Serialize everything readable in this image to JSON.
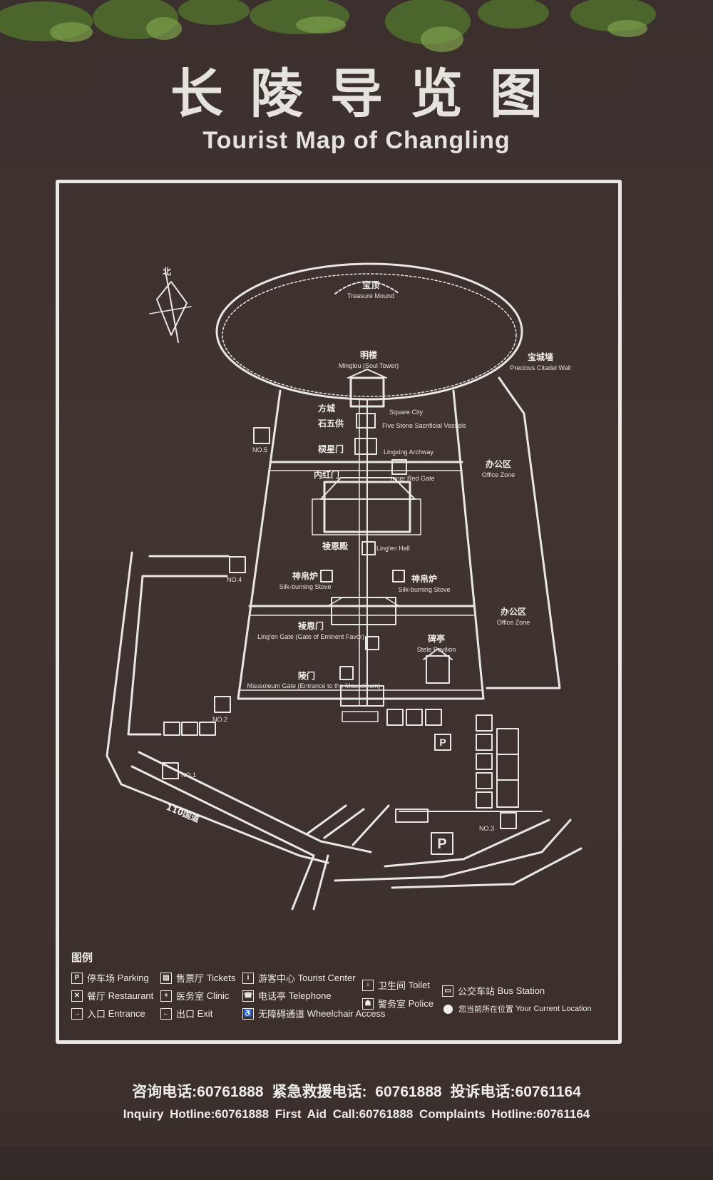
{
  "title_cn": "长陵导览图",
  "title_en": "Tourist Map of Changling",
  "north_label": "北",
  "map_labels": [
    {
      "id": "treasure-mound",
      "cn": "宝顶",
      "en": "Treasure Mound"
    },
    {
      "id": "soul-tower",
      "cn": "明楼",
      "en": "Minglou (Soul Tower)"
    },
    {
      "id": "citadel-wall",
      "cn": "宝城墙",
      "en": "Precious Citadel Wall"
    },
    {
      "id": "square-city",
      "cn": "方城",
      "en": "Square City"
    },
    {
      "id": "five-stone",
      "cn": "石五供",
      "en": "Five Stone Sacrificial Vessels"
    },
    {
      "id": "lingxing",
      "cn": "棂星门",
      "en": "Lingxing Archway"
    },
    {
      "id": "inner-red-gate",
      "cn": "内红门",
      "en": "Inner Red Gate"
    },
    {
      "id": "office-zone-1",
      "cn": "办公区",
      "en": "Office Zone"
    },
    {
      "id": "lingen-hall",
      "cn": "祾恩殿",
      "en": "Ling'en Hall"
    },
    {
      "id": "stove-left",
      "cn": "神帛炉",
      "en": "Silk-burning Stove"
    },
    {
      "id": "stove-right",
      "cn": "神帛炉",
      "en": "Silk-burning Stove"
    },
    {
      "id": "office-zone-2",
      "cn": "办公区",
      "en": "Office Zone"
    },
    {
      "id": "lingen-gate",
      "cn": "祾恩门",
      "en": "Ling'en Gate (Gate of Eminent Favor)"
    },
    {
      "id": "stele-pavilion",
      "cn": "碑亭",
      "en": "Stele Pavilion"
    },
    {
      "id": "mausoleum-gate",
      "cn": "陵门",
      "en": "Mausoleum Gate (Entrance to the Mausoleum)"
    }
  ],
  "toilet_labels": [
    "NO.5",
    "NO.4",
    "NO.2",
    "NO.1",
    "NO.3"
  ],
  "road_label": "110国道",
  "legend": {
    "title": "图例",
    "items": [
      {
        "icon": "P",
        "cn": "停车场",
        "en": "Parking"
      },
      {
        "icon": "✕",
        "cn": "餐厅",
        "en": "Restaurant"
      },
      {
        "icon": "→",
        "cn": "入口",
        "en": "Entrance"
      },
      {
        "icon": "▤",
        "cn": "售票厅",
        "en": "Tickets"
      },
      {
        "icon": "+",
        "cn": "医务室",
        "en": "Clinic"
      },
      {
        "icon": "←",
        "cn": "出口",
        "en": "Exit"
      },
      {
        "icon": "i",
        "cn": "游客中心",
        "en": "Tourist Center"
      },
      {
        "icon": "☎",
        "cn": "电话亭",
        "en": "Telephone"
      },
      {
        "icon": "♿",
        "cn": "无障碍通道",
        "en": "Wheelchair Access"
      },
      {
        "icon": "♀",
        "cn": "卫生间",
        "en": "Toilet"
      },
      {
        "icon": "☗",
        "cn": "警务室",
        "en": "Police"
      },
      {
        "icon": "▭",
        "cn": "公交车站",
        "en": "Bus Station"
      },
      {
        "icon": "●",
        "cn": "您当前所在位置",
        "en": "Your Current Location"
      }
    ]
  },
  "footer": {
    "cn": "咨询电话:60761888 紧急救援电话: 60761888 投诉电话:60761164",
    "en": "Inquiry Hotline:60761888 First Aid Call:60761888 Complaints Hotline:60761164"
  },
  "colors": {
    "board": "#3d3330",
    "line": "#e9e7e2"
  }
}
